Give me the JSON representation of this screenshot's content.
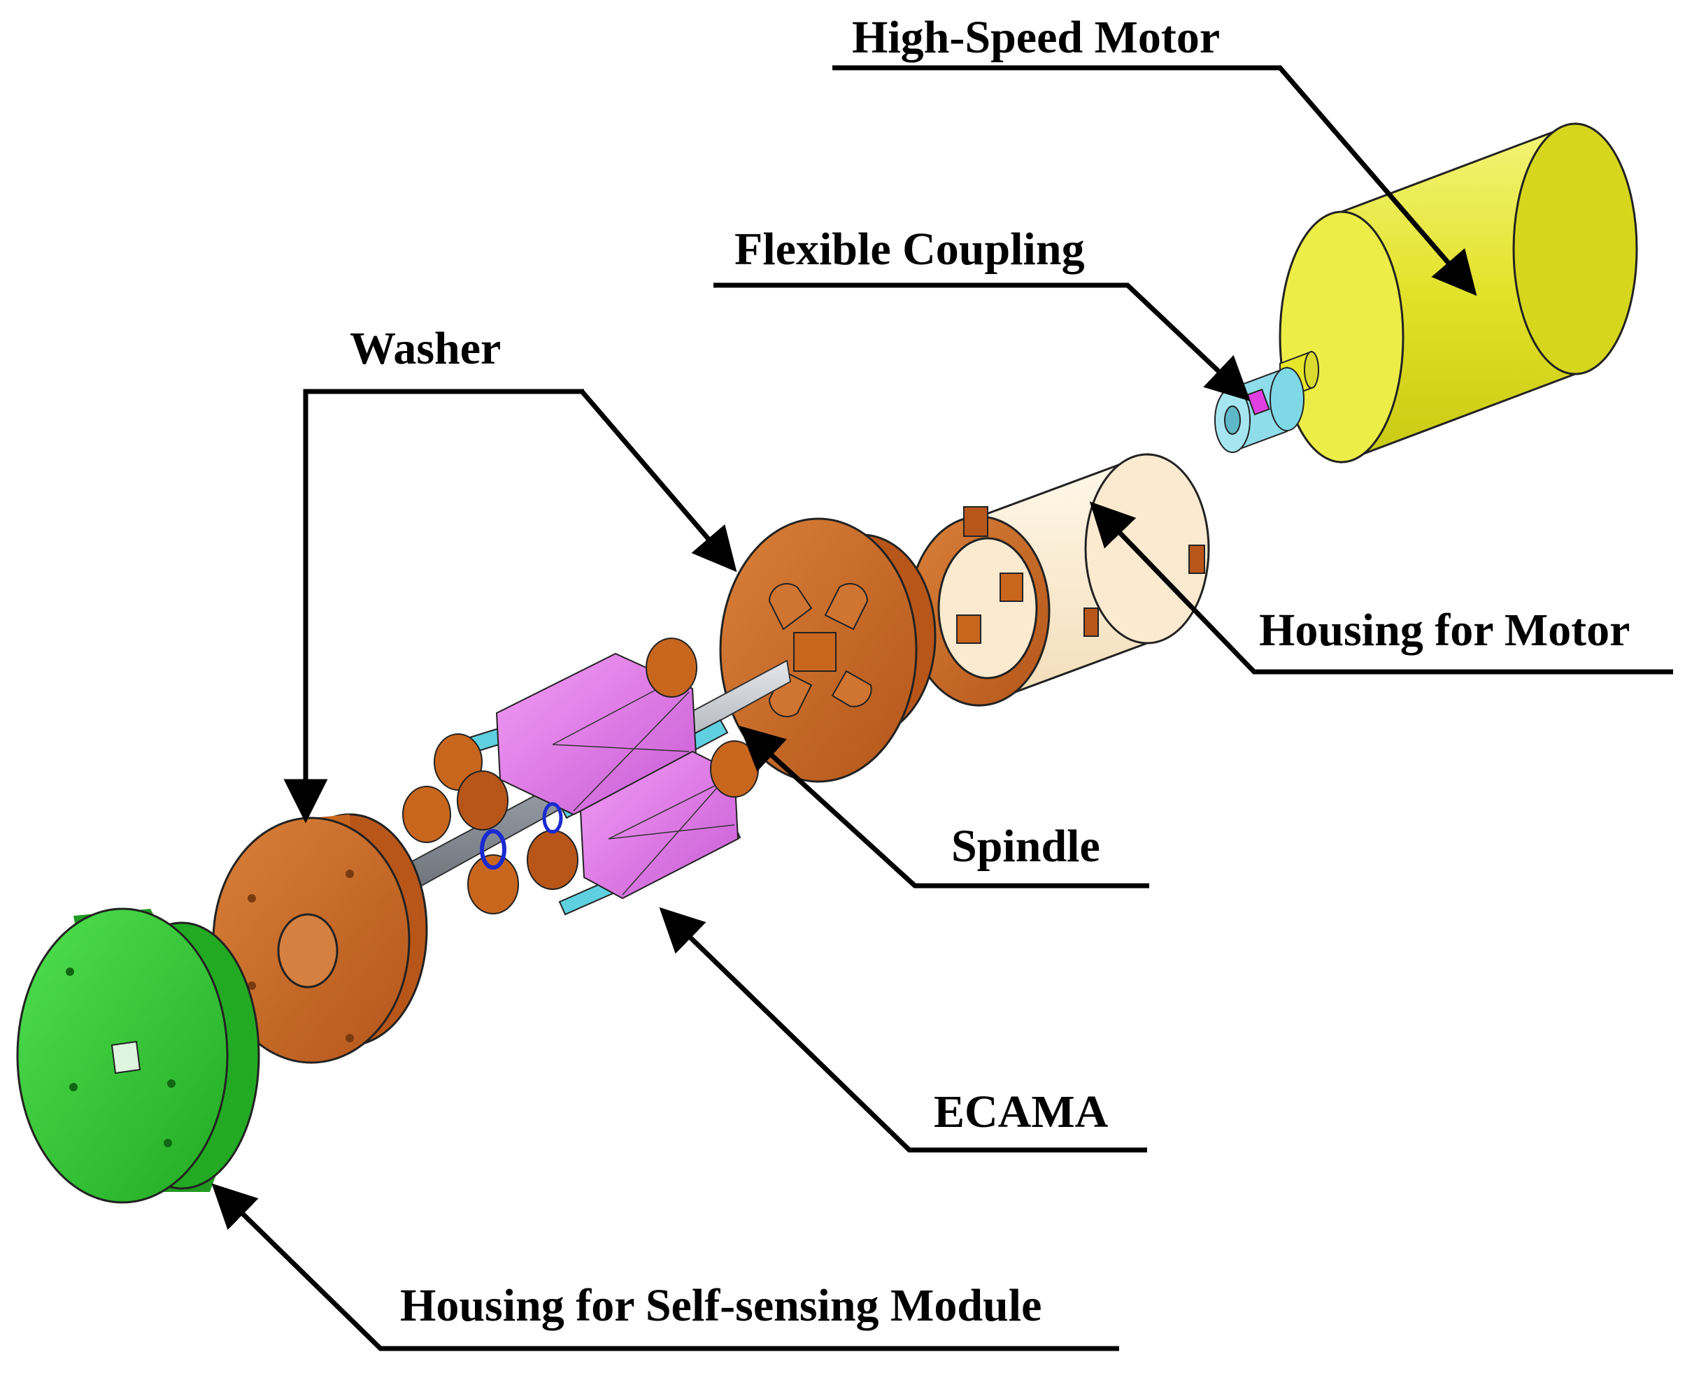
{
  "labels": {
    "high_speed_motor": "High-Speed Motor",
    "flexible_coupling": "Flexible Coupling",
    "washer": "Washer",
    "housing_for_motor": "Housing for Motor",
    "spindle": "Spindle",
    "ecama": "ECAMA",
    "housing_for_self_sensing_module": "Housing for Self-sensing Module"
  },
  "colors": {
    "motor": "#e6e62a",
    "coupling": "#7fd8e6",
    "coupling_insert": "#e040e0",
    "washer": "#c8661e",
    "housing_motor": "#fff0d8",
    "housing_motor_rim": "#c8661e",
    "spindle": "#9aa0a8",
    "ecama_coil": "#e07ae8",
    "ecama_pole": "#c8661e",
    "ecama_bar": "#5fd0e0",
    "self_sensing_housing": "#33cc33",
    "leader": "#000000"
  }
}
